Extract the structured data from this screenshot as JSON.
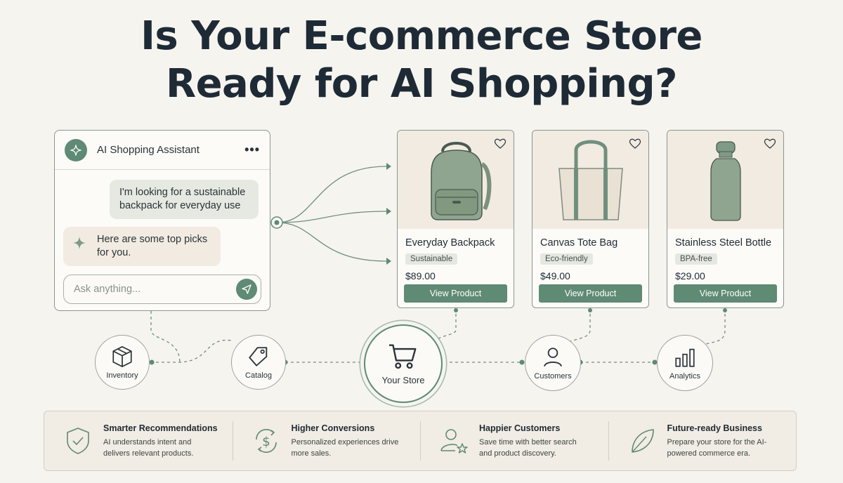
{
  "headline": {
    "line1": "Is Your E-commerce Store",
    "line2": "Ready for AI Shopping?"
  },
  "chat": {
    "title": "AI Shopping Assistant",
    "menu_icon": "more-horizontal-icon",
    "user_message": "I'm looking for a sustainable backpack for everyday use",
    "assistant_message": "Here are some top picks for you.",
    "input_placeholder": "Ask anything...",
    "send_icon": "send-icon"
  },
  "products": [
    {
      "name": "Everyday Backpack",
      "tag": "Sustainable",
      "price": "$89.00",
      "button": "View Product",
      "image_icon": "backpack-icon"
    },
    {
      "name": "Canvas Tote Bag",
      "tag": "Eco-friendly",
      "price": "$49.00",
      "button": "View Product",
      "image_icon": "tote-bag-icon"
    },
    {
      "name": "Stainless Steel Bottle",
      "tag": "BPA-free",
      "price": "$29.00",
      "button": "View Product",
      "image_icon": "bottle-icon"
    }
  ],
  "flow": {
    "inventory": "Inventory",
    "catalog": "Catalog",
    "store": "Your Store",
    "customers": "Customers",
    "analytics": "Analytics"
  },
  "benefits": [
    {
      "title": "Smarter Recommendations",
      "desc": "AI understands intent and delivers relevant products.",
      "icon": "shield-check-icon"
    },
    {
      "title": "Higher Conversions",
      "desc": "Personalized experiences drive more sales.",
      "icon": "dollar-cycle-icon"
    },
    {
      "title": "Happier Customers",
      "desc": "Save time with better search and product discovery.",
      "icon": "user-star-icon"
    },
    {
      "title": "Future-ready Business",
      "desc": "Prepare your store for the AI-powered commerce era.",
      "icon": "leaf-icon"
    }
  ],
  "colors": {
    "accent": "#5f8a74",
    "background": "#f6f4ef",
    "product_bg": "#f1ebe2",
    "product_green": "#8fa590",
    "headline": "#1e2b36"
  }
}
